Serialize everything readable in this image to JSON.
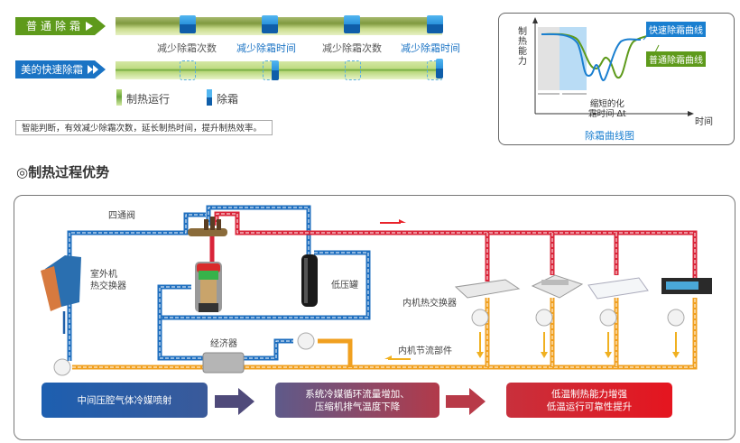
{
  "defrost_compare": {
    "normal_label": "普通除霜",
    "fast_label": "美的快速除霜",
    "captions": [
      "减少除霜次数",
      "减少除霜时间",
      "减少除霜次数",
      "减少除霜时间"
    ],
    "legend": {
      "heating": "制热运行",
      "defrost": "除霜"
    },
    "note": "智能判断，有效减少除霜次数，延长制热时间，提升制热效率。"
  },
  "curve_chart": {
    "y_label": [
      "制",
      "热",
      "能",
      "力"
    ],
    "x_label": "时间",
    "fast_curve_label": "快速除霜曲线",
    "normal_curve_label": "普通除霜曲线",
    "annotation_line1": "缩短的化",
    "annotation_line2": "霜时间 Δt",
    "caption": "除霜曲线图",
    "colors": {
      "fast": "#1a7fd0",
      "normal": "#5e9a1b"
    }
  },
  "section": {
    "title": "◎制热过程优势"
  },
  "diagram": {
    "four_way_valve": "四通阀",
    "outdoor_hex_line1": "室外机",
    "outdoor_hex_line2": "热交换器",
    "low_pressure_tank": "低压罐",
    "economizer": "经济器",
    "indoor_hex": "内机热交换器",
    "indoor_throttle": "内机节流部件",
    "colors": {
      "hot": "#d9253a",
      "cold": "#1f6fbf",
      "liquid": "#f0a020"
    }
  },
  "flow": [
    {
      "text": "中间压腔气体冷媒喷射"
    },
    {
      "line1": "系统冷媒循环流量增加、",
      "line2": "压缩机排气温度下降"
    },
    {
      "line1": "低温制热能力增强",
      "line2": "低温运行可靠性提升"
    }
  ]
}
